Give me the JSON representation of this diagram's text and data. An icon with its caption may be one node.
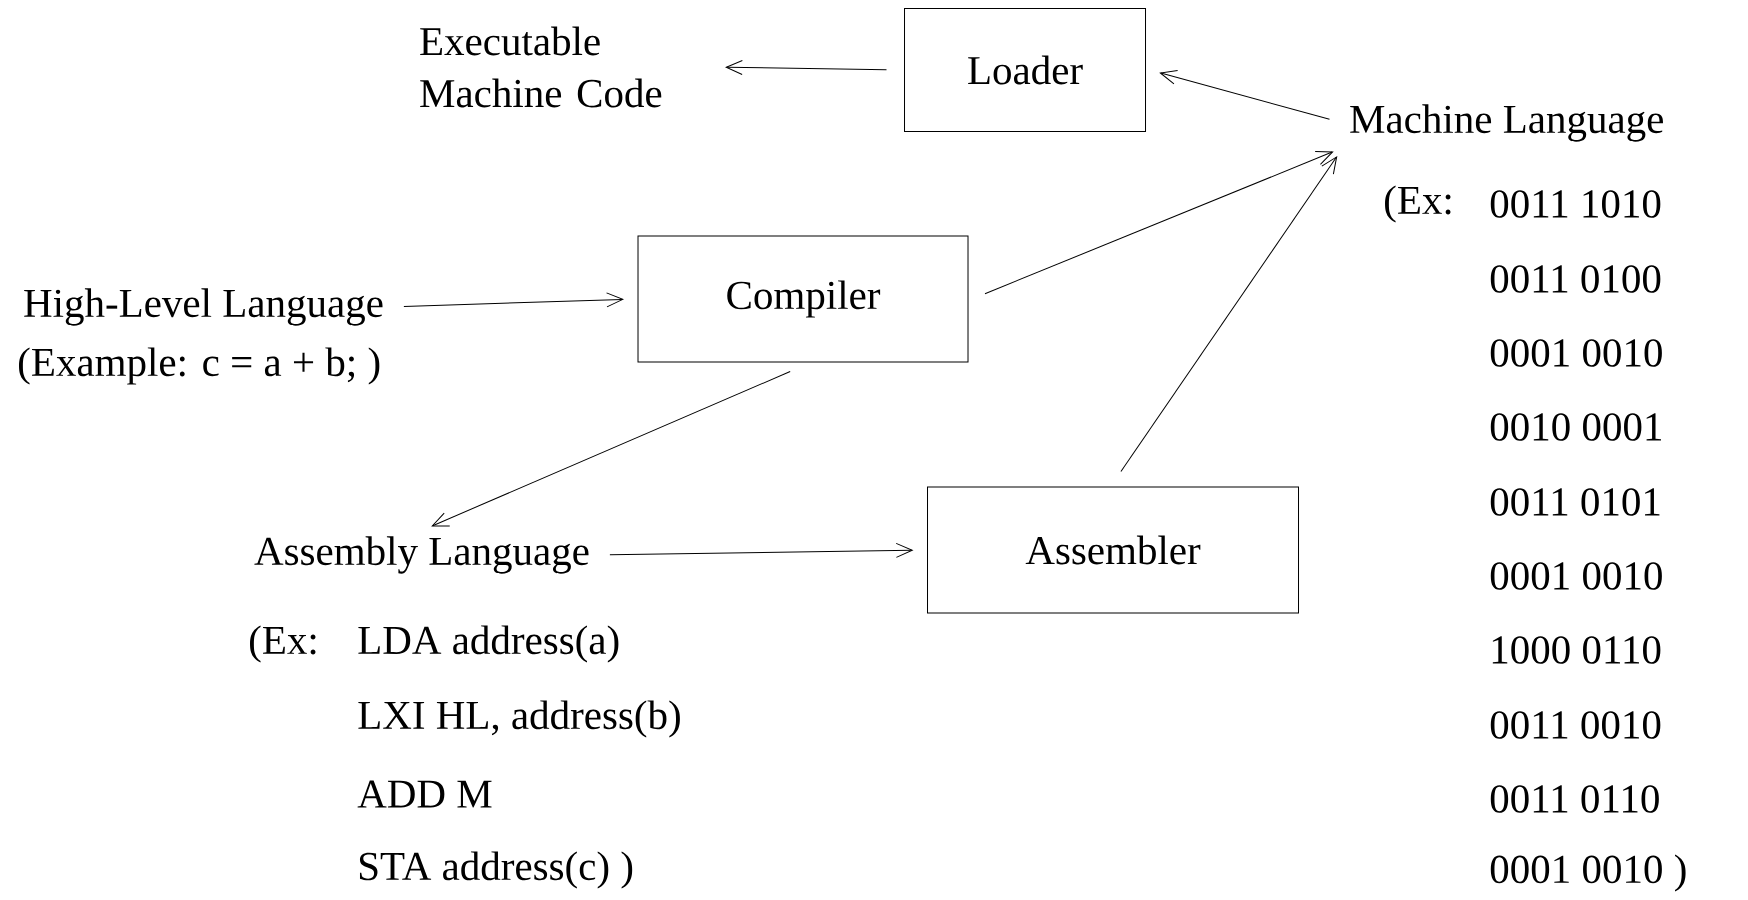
{
  "diagram": {
    "nodes": [
      {
        "text": [
          "Executable Machine Code"
        ]
      },
      {
        "text": [
          "Loader"
        ]
      },
      {
        "text": [
          "Machine Language"
        ]
      },
      {
        "text": [
          "High-Level Language"
        ]
      },
      {
        "text": [
          "Compiler"
        ]
      },
      {
        "text": [
          "Assembly Language"
        ]
      },
      {
        "text": [
          "Assembler"
        ]
      }
    ],
    "edges": [
      {
        "from": 1,
        "to": 0,
        "arrow": "to"
      },
      {
        "from": 2,
        "to": 1,
        "arrow": "to"
      },
      {
        "from": 4,
        "to": 2,
        "arrow": "to"
      },
      {
        "from": 6,
        "to": 2,
        "arrow": "to"
      },
      {
        "from": 3,
        "to": 4,
        "arrow": "to"
      },
      {
        "from": 4,
        "to": 5,
        "arrow": "to"
      },
      {
        "from": 5,
        "to": 6,
        "arrow": "to"
      }
    ],
    "labels": [
      "(Example:  c = a + b; )",
      "(Ex:",
      "LDA address(a)",
      "LXI HL, address(b)",
      "ADD M",
      "STA address(c)  )",
      "(Ex:",
      "0011 1010",
      "0011 0100",
      "0001 0010",
      "0010 0001",
      "0011 0101",
      "0001 0010",
      "1000 0110",
      "0011 0010",
      "0011 0110",
      "0001 0010 )"
    ]
  }
}
